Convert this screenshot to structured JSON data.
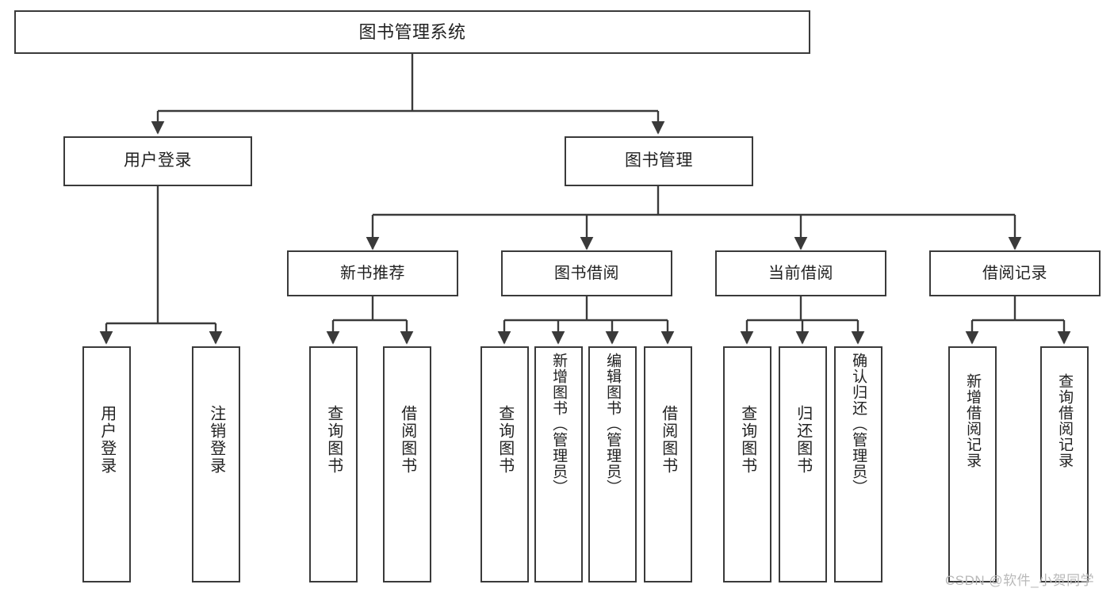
{
  "diagram": {
    "title": "图书管理系统",
    "type": "hierarchy-tree",
    "orientation": "top-down",
    "colors": {
      "stroke": "#3a3a3a",
      "fill": "#ffffff",
      "text": "#222222",
      "watermark": "#b9b9b9"
    },
    "levels": {
      "root": {
        "label": "图书管理系统"
      },
      "level2": [
        {
          "id": "user-login",
          "label": "用户登录"
        },
        {
          "id": "book-manage",
          "label": "图书管理"
        }
      ],
      "level3": [
        {
          "id": "new-book-rec",
          "label": "新书推荐",
          "parent": "book-manage"
        },
        {
          "id": "book-borrow",
          "label": "图书借阅",
          "parent": "book-manage"
        },
        {
          "id": "current-borrow",
          "label": "当前借阅",
          "parent": "book-manage"
        },
        {
          "id": "borrow-record",
          "label": "借阅记录",
          "parent": "book-manage"
        }
      ],
      "leaves": [
        {
          "id": "leaf-user-login",
          "label": "用户登录",
          "parent": "user-login"
        },
        {
          "id": "leaf-logout",
          "label": "注销登录",
          "parent": "user-login"
        },
        {
          "id": "leaf-query-book-1",
          "label": "查询图书",
          "parent": "new-book-rec"
        },
        {
          "id": "leaf-borrow-book-1",
          "label": "借阅图书",
          "parent": "new-book-rec"
        },
        {
          "id": "leaf-query-book-2",
          "label": "查询图书",
          "parent": "book-borrow"
        },
        {
          "id": "leaf-add-book",
          "label": "新增图书（管理员）",
          "parent": "book-borrow"
        },
        {
          "id": "leaf-edit-book",
          "label": "编辑图书（管理员）",
          "parent": "book-borrow"
        },
        {
          "id": "leaf-borrow-book-2",
          "label": "借阅图书",
          "parent": "book-borrow"
        },
        {
          "id": "leaf-query-book-3",
          "label": "查询图书",
          "parent": "current-borrow"
        },
        {
          "id": "leaf-return-book",
          "label": "归还图书",
          "parent": "current-borrow"
        },
        {
          "id": "leaf-confirm-return",
          "label": "确认归还（管理员）",
          "parent": "current-borrow"
        },
        {
          "id": "leaf-add-record",
          "label": "新增借阅记录",
          "parent": "borrow-record"
        },
        {
          "id": "leaf-query-record",
          "label": "查询借阅记录",
          "parent": "borrow-record"
        }
      ]
    }
  },
  "watermark": {
    "text": "CSDN @软件_小贺同学"
  }
}
